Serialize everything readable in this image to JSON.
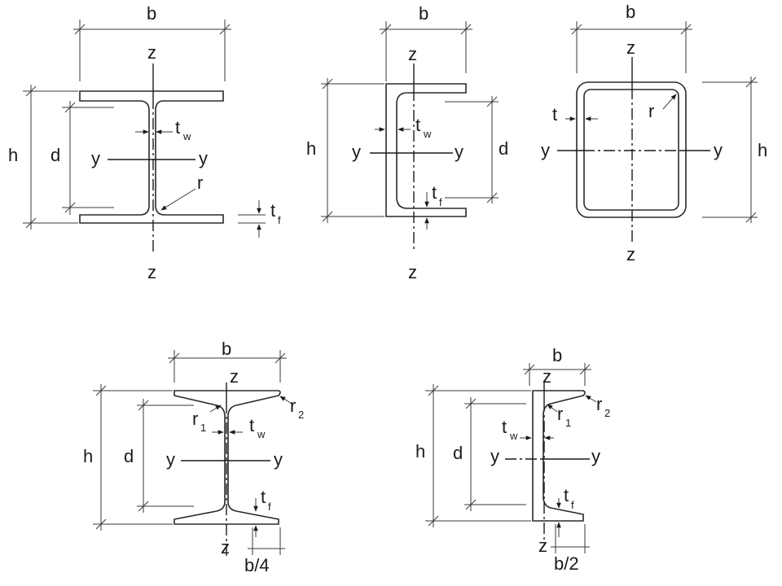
{
  "sections": {
    "i_beam": {
      "b": "b",
      "h": "h",
      "d": "d",
      "y_left": "y",
      "y_right": "y",
      "z_top": "z",
      "z_bottom": "z",
      "tw_main": "t",
      "tw_sub": "w",
      "r": "r",
      "tf_main": "t",
      "tf_sub": "f"
    },
    "channel": {
      "b": "b",
      "h": "h",
      "d": "d",
      "y_left": "y",
      "y_right": "y",
      "z_top": "z",
      "z_bottom": "z",
      "tw_main": "t",
      "tw_sub": "w",
      "tf_main": "t",
      "tf_sub": "f"
    },
    "hollow_rect": {
      "b": "b",
      "h": "h",
      "t": "t",
      "r": "r",
      "y_left": "y",
      "y_right": "y",
      "z_top": "z",
      "z_bottom": "z"
    },
    "tapered_i_beam": {
      "b": "b",
      "h": "h",
      "d": "d",
      "y_left": "y",
      "y_right": "y",
      "z_top": "z",
      "z_bottom": "z",
      "r1_main": "r",
      "r1_sub": "1",
      "r2_main": "r",
      "r2_sub": "2",
      "tw_main": "t",
      "tw_sub": "w",
      "tf_main": "t",
      "tf_sub": "f",
      "b4": "b/4"
    },
    "tapered_channel": {
      "b": "b",
      "h": "h",
      "d": "d",
      "y_left": "y",
      "y_right": "y",
      "z_top": "z",
      "z_bottom": "z",
      "r1_main": "r",
      "r1_sub": "1",
      "r2_main": "r",
      "r2_sub": "2",
      "tw_main": "t",
      "tw_sub": "w",
      "tf_main": "t",
      "tf_sub": "f",
      "b2": "b/2"
    }
  }
}
